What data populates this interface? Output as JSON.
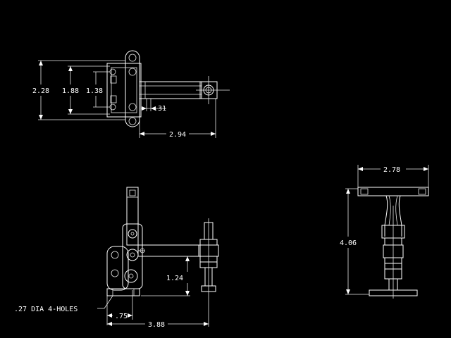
{
  "colors": {
    "background": "#000000",
    "line": "#ffffff"
  },
  "top_view": {
    "dim_overall_height": "2.28",
    "dim_mid_height": "1.88",
    "dim_inner_height": "1.38",
    "dim_offset": ".31",
    "dim_reach": "2.94"
  },
  "side_view": {
    "dim_height": "1.24",
    "dim_base_offset": ".75",
    "dim_overall_length": "3.88",
    "hole_note": ".27 DIA 4-HOLES"
  },
  "end_view": {
    "dim_width": "2.78",
    "dim_height": "4.06"
  }
}
